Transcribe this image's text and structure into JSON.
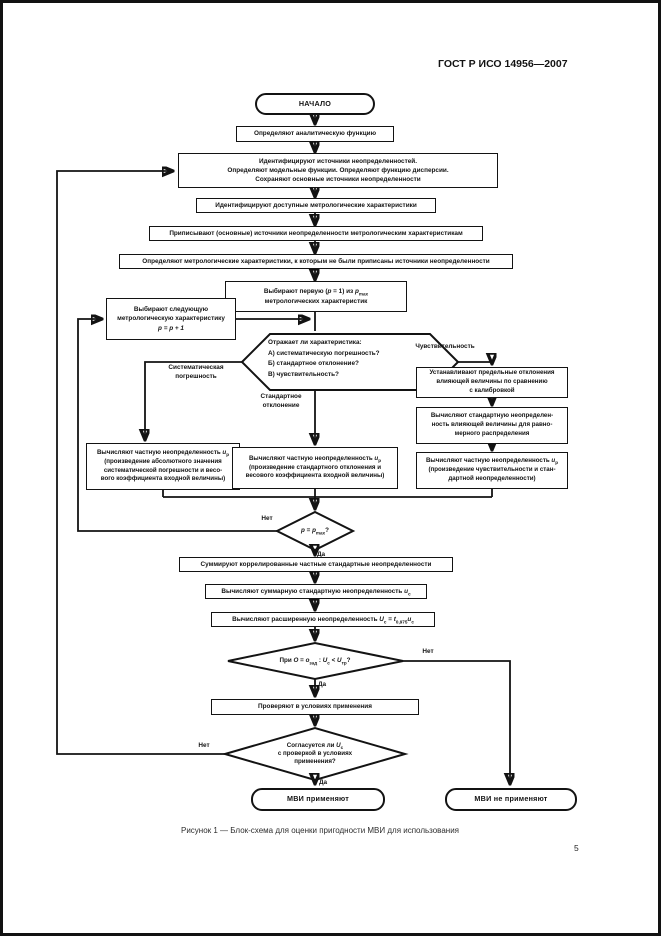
{
  "page": {
    "header": "ГОСТ Р ИСО 14956—2007",
    "caption": "Рисунок 1 — Блок-схема для оценки пригодности МВИ для использования",
    "number": "5"
  },
  "labels": {
    "no": "Нет",
    "yes": "Да",
    "systematic": "Систематическая\nпогрешность",
    "stddev": "Стандартное\nотклонение",
    "sensitivity": "Чувствительность"
  },
  "flow": {
    "start": "НАЧАЛО",
    "analytic": "Определяют аналитическую функцию",
    "identify": "Идентифицируют источники неопределенностей.\nОпределяют модельные функции. Определяют функцию дисперсии.\nСохраняют основные источники неопределенности",
    "available": "Идентифицируют доступные метрологические характеристики",
    "assign": "Приписывают (основные) источники неопределенности метрологическим характеристикам",
    "define": "Определяют метрологические характеристики, к которым не были приписаны источники неопределенности",
    "select_first": {
      "t1": "Выбирают первую (",
      "p1": "p",
      "t1b": " = 1) из ",
      "p2": "p",
      "sub": "max",
      "t2": "метрологических характеристик"
    },
    "select_next": {
      "t1": "Выбирают следующую\nметрологическую характеристику",
      "formula": "p = p + 1"
    },
    "hex": {
      "intro": "Отражает ли характеристика:",
      "a": "А) систематическую погрешность?",
      "b": "Б) стандартное отклонение?",
      "c": "В) чувствительность?"
    },
    "partial_sys": {
      "t1": "Вычисляют частную неопределенность ",
      "u": "u",
      "sub": "p",
      "t2": "(произведение абсолютного значения\nсистематической погрешности и весо-\nвого коэффициента входной величины)"
    },
    "partial_std": {
      "t1": "Вычисляют частную неопределенность ",
      "u": "u",
      "sub": "p",
      "t2": "(произведение стандартного отклонения и\nвесового коэффициента входной величины)"
    },
    "limits": "Устанавливают предельные отклонения\nвлияющей величины по сравнению\nс калибровкой",
    "std_uniform": "Вычисляют стандартную неопределен-\nность влияющей величины для равно-\nмерного распределения",
    "partial_sens": {
      "t1": "Вычисляют частную неопределенность ",
      "u": "u",
      "sub": "p",
      "t2": "(произведение чувствительности и стан-\nдартной неопределенности)"
    },
    "d_pmax": {
      "p1": "p",
      "eq": " = ",
      "p2": "p",
      "sub": "max",
      "q": "?"
    },
    "sum": "Суммируют коррелированные частные стандартные неопределенности",
    "combined": {
      "t1": "Вычисляют суммарную стандартную неопределенность ",
      "u": "u",
      "sub": "c"
    },
    "expanded": {
      "t1": "Вычисляют расширенную неопределенность ",
      "v1": "U",
      "s1": "c",
      "eq": " = ",
      "v2": "t",
      "s2": "0,975",
      "v3": "u",
      "s3": "c"
    },
    "d_req": {
      "t1": "При ",
      "o1": "О",
      "eq": " = ",
      "o2": "о",
      "s1": "зад",
      "c": " : ",
      "v2": "U",
      "s2": "c",
      "lt": " < ",
      "v3": "U",
      "s3": "тр",
      "q": "?"
    },
    "check": "Проверяют в условиях применения",
    "d_agree": {
      "t1": "Согласуется ли ",
      "u": "U",
      "sub": "c",
      "t2": "с проверкой в условиях\nприменения?"
    },
    "end_use": "МВИ применяют",
    "end_nouse": "МВИ не применяют"
  },
  "colors": {
    "ink": "#131313",
    "paper": "#ffffff"
  }
}
